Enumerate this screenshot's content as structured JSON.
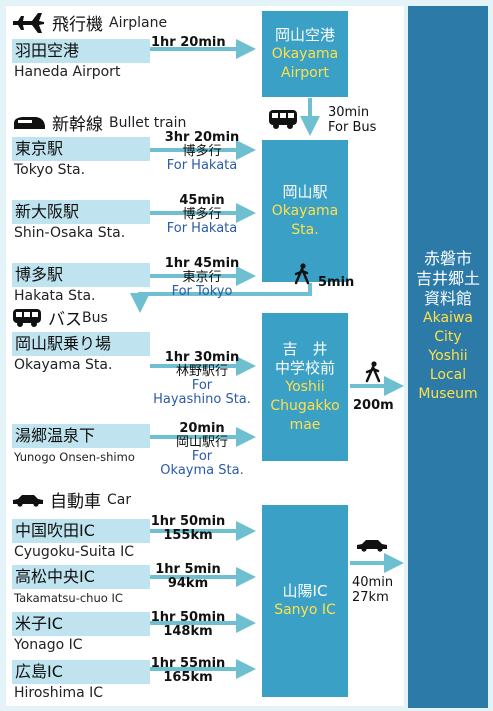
{
  "colors": {
    "route_box": "#3aa0c6",
    "museum_box": "#2b7aa8",
    "origin_bg": "#bfe4f0",
    "accent_yellow": "#ffe04a",
    "arrow": "#6ebfcf"
  },
  "airplane": {
    "icon": "airplane-icon",
    "title_jp": "飛行機",
    "title_en": "Airplane",
    "origin_jp": "羽田空港",
    "origin_en": "Haneda Airport",
    "time": "1hr 20min",
    "hub_jp": "岡山空港",
    "hub_en_1": "Okayama",
    "hub_en_2": "Airport",
    "bus_time": "30min",
    "bus_label": "For Bus"
  },
  "train": {
    "icon": "bullet-train-icon",
    "title_jp": "新幹線",
    "title_en": "Bullet train",
    "routes": [
      {
        "origin_jp": "東京駅",
        "origin_en": "Tokyo Sta.",
        "time": "3hr 20min",
        "via_jp": "博多行",
        "via_en": "For Hakata"
      },
      {
        "origin_jp": "新大阪駅",
        "origin_en": "Shin-Osaka Sta.",
        "time": "45min",
        "via_jp": "博多行",
        "via_en": "For Hakata"
      },
      {
        "origin_jp": "博多駅",
        "origin_en": "Hakata Sta.",
        "time": "1hr 45min",
        "via_jp": "東京行",
        "via_en": "For Tokyo"
      }
    ],
    "hub_jp": "岡山駅",
    "hub_en_1": "Okayama",
    "hub_en_2": "Sta.",
    "walk_time": "5min"
  },
  "bus": {
    "icon": "bus-icon",
    "title_jp": "バス",
    "title_en": "Bus",
    "routes": [
      {
        "origin_jp": "岡山駅乗り場",
        "origin_en": "Okayama Sta.",
        "time": "1hr 30min",
        "via_jp": "林野駅行",
        "via_en_1": "For",
        "via_en_2": "Hayashino Sta."
      },
      {
        "origin_jp": "湯郷温泉下",
        "origin_en": "Yunogo Onsen-shimo",
        "time": "20min",
        "via_jp": "岡山駅行",
        "via_en_1": "For",
        "via_en_2": "Okayma Sta."
      }
    ],
    "hub_jp_1": "吉　井",
    "hub_jp_2": "中学校前",
    "hub_en_1": "Yoshii",
    "hub_en_2": "Chugakko",
    "hub_en_3": "mae",
    "walk_distance": "200m"
  },
  "car": {
    "icon": "car-icon",
    "title_jp": "自動車",
    "title_en": "Car",
    "routes": [
      {
        "origin_jp": "中国吹田IC",
        "origin_en": "Cyugoku-Suita IC",
        "time": "1hr 50min",
        "distance": "155km"
      },
      {
        "origin_jp": "高松中央IC",
        "origin_en": "Takamatsu-chuo IC",
        "time": "1hr 5min",
        "distance": "94km"
      },
      {
        "origin_jp": "米子IC",
        "origin_en": "Yonago IC",
        "time": "1hr 50min",
        "distance": "148km"
      },
      {
        "origin_jp": "広島IC",
        "origin_en": "Hiroshima IC",
        "time": "1hr 55min",
        "distance": "165km"
      }
    ],
    "hub_jp": "山陽IC",
    "hub_en": "Sanyo IC",
    "final_time": "40min",
    "final_distance": "27km"
  },
  "destination": {
    "jp_1": "赤磐市",
    "jp_2": "吉井郷土",
    "jp_3": "資料館",
    "en_1": "Akaiwa",
    "en_2": "City",
    "en_3": "Yoshii",
    "en_4": "Local",
    "en_5": "Museum"
  }
}
